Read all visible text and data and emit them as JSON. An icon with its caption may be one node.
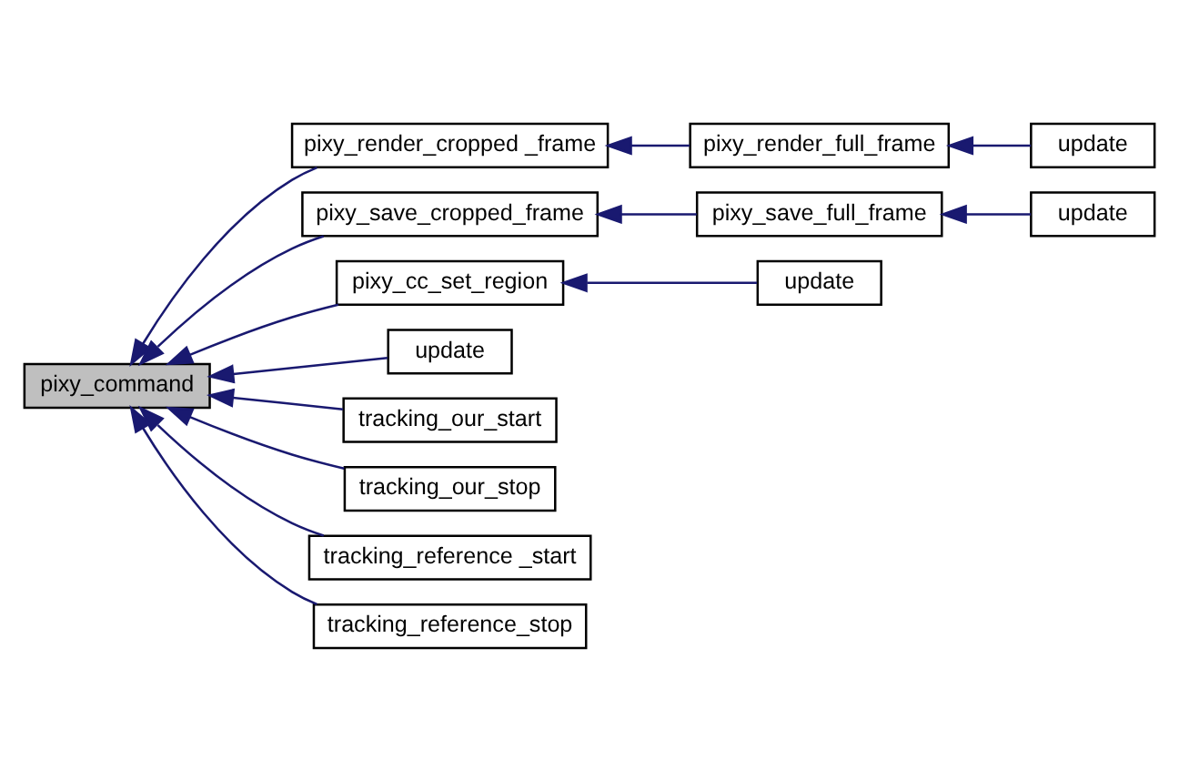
{
  "diagram": {
    "nodes": [
      {
        "text": [
          "pixy_command"
        ]
      },
      {
        "text": [
          "pixy_render_cropped _frame"
        ]
      },
      {
        "text": [
          "pixy_render_full_frame"
        ]
      },
      {
        "text": [
          "update"
        ]
      },
      {
        "text": [
          "pixy_save_cropped_frame"
        ]
      },
      {
        "text": [
          "pixy_save_full_frame"
        ]
      },
      {
        "text": [
          "update"
        ]
      },
      {
        "text": [
          "pixy_cc_set_region"
        ]
      },
      {
        "text": [
          "update"
        ]
      },
      {
        "text": [
          "update"
        ]
      },
      {
        "text": [
          "tracking_our_start"
        ]
      },
      {
        "text": [
          "tracking_our_stop"
        ]
      },
      {
        "text": [
          "tracking_reference _start"
        ]
      },
      {
        "text": [
          "tracking_reference_stop"
        ]
      }
    ],
    "edges": [
      {
        "from": 1,
        "to": 0,
        "arrow": "to"
      },
      {
        "from": 2,
        "to": 1,
        "arrow": "to"
      },
      {
        "from": 3,
        "to": 2,
        "arrow": "to"
      },
      {
        "from": 4,
        "to": 0,
        "arrow": "to"
      },
      {
        "from": 5,
        "to": 4,
        "arrow": "to"
      },
      {
        "from": 6,
        "to": 5,
        "arrow": "to"
      },
      {
        "from": 7,
        "to": 0,
        "arrow": "to"
      },
      {
        "from": 8,
        "to": 7,
        "arrow": "to"
      },
      {
        "from": 9,
        "to": 0,
        "arrow": "to"
      },
      {
        "from": 10,
        "to": 0,
        "arrow": "to"
      },
      {
        "from": 11,
        "to": 0,
        "arrow": "to"
      },
      {
        "from": 12,
        "to": 0,
        "arrow": "to"
      },
      {
        "from": 13,
        "to": 0,
        "arrow": "to"
      }
    ]
  }
}
